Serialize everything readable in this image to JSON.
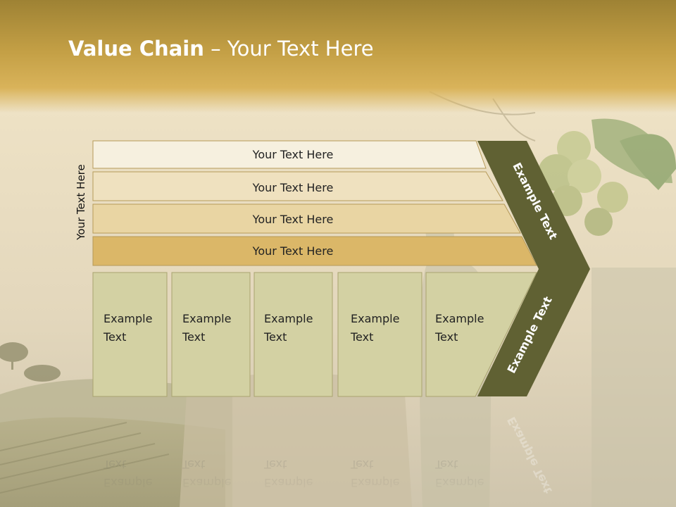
{
  "title": {
    "bold": "Value Chain",
    "rest": " – Your Text Here"
  },
  "side_label": "Your Text Here",
  "bars": [
    {
      "label": "Your Text Here",
      "color": "#f6f0df"
    },
    {
      "label": "Your Text Here",
      "color": "#efe1bf"
    },
    {
      "label": "Your Text Here",
      "color": "#e9d5a3"
    },
    {
      "label": "Your Text Here",
      "color": "#dbb768"
    }
  ],
  "boxes": [
    {
      "line1": "Example",
      "line2": "Text"
    },
    {
      "line1": "Example",
      "line2": "Text"
    },
    {
      "line1": "Example",
      "line2": "Text"
    },
    {
      "line1": "Example",
      "line2": "Text"
    },
    {
      "line1": "Example",
      "line2": "Text"
    }
  ],
  "arrow": {
    "top_label": "Example Text",
    "bottom_label": "Example Text",
    "color": "#606133"
  },
  "colors": {
    "bar_border": "#b69a59",
    "box_fill": "#d3d1a3",
    "box_border": "#a9a46f",
    "title": "#ffffff"
  }
}
